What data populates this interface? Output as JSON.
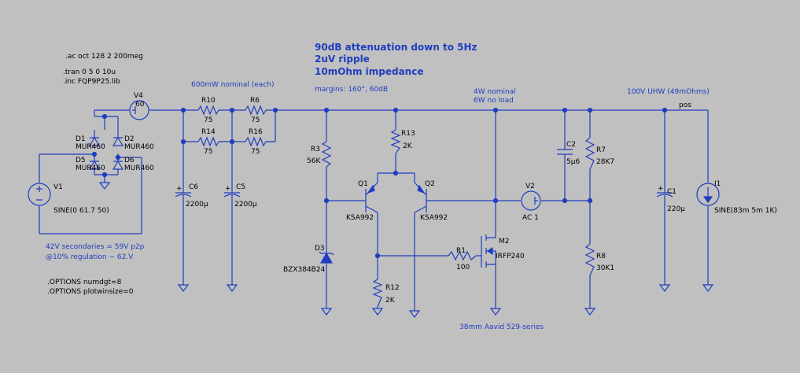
{
  "directives": {
    "ac": ".ac oct 128 2 200meg",
    "tran": ".tran 0 5 0 10u",
    "inc": ".inc FQP9P25.lib",
    "opt1": ".OPTIONS numdgt=8",
    "opt2": ".OPTIONS plotwinsize=0"
  },
  "comments": {
    "spec1": "90dB attenuation down to 5Hz",
    "spec2": "2uV ripple",
    "spec3": "10mOhm impedance",
    "nominal_each": "600mW nominal (each)",
    "margins": "margins: 160°, 60dB",
    "power1": "4W nominal",
    "power2": "6W no load",
    "uhw": "100V UHW (49mOhms)",
    "sec1": "42V secondaries = 59V p2p",
    "sec2": "@10% regulation ~ 62.V",
    "heatsink": "38mm Aavid 529-series"
  },
  "net_labels": {
    "pos": "pos"
  },
  "components": {
    "V4": {
      "name": "V4",
      "value": "60"
    },
    "V1": {
      "name": "V1",
      "value": "SINE(0 61.7 50)"
    },
    "D1": {
      "name": "D1",
      "value": "MUR460"
    },
    "D2": {
      "name": "D2",
      "value": "MUR460"
    },
    "D5": {
      "name": "D5",
      "value": "MUR460"
    },
    "D6": {
      "name": "D6",
      "value": "MUR460"
    },
    "R10": {
      "name": "R10",
      "value": "75"
    },
    "R6": {
      "name": "R6",
      "value": "75"
    },
    "R14": {
      "name": "R14",
      "value": "75"
    },
    "R16": {
      "name": "R16",
      "value": "75"
    },
    "C6": {
      "name": "C6",
      "value": "2200µ"
    },
    "C5": {
      "name": "C5",
      "value": "2200µ"
    },
    "R3": {
      "name": "R3",
      "value": "56K"
    },
    "D3": {
      "name": "D3",
      "value": "BZX384B24"
    },
    "R13": {
      "name": "R13",
      "value": "2K"
    },
    "Q1": {
      "name": "Q1",
      "value": "KSA992"
    },
    "Q2": {
      "name": "Q2",
      "value": "KSA992"
    },
    "R12": {
      "name": "R12",
      "value": "2K"
    },
    "R1": {
      "name": "R1",
      "value": "100"
    },
    "M2": {
      "name": "M2",
      "value": "IRFP240"
    },
    "V2": {
      "name": "V2",
      "value": "AC 1"
    },
    "C2": {
      "name": "C2",
      "value": "5µ6"
    },
    "R7": {
      "name": "R7",
      "value": "28K7"
    },
    "R8": {
      "name": "R8",
      "value": "30K1"
    },
    "C1": {
      "name": "C1",
      "value": "220µ"
    },
    "I1": {
      "name": "I1",
      "value": "SINE(83m 5m 1K)"
    }
  }
}
